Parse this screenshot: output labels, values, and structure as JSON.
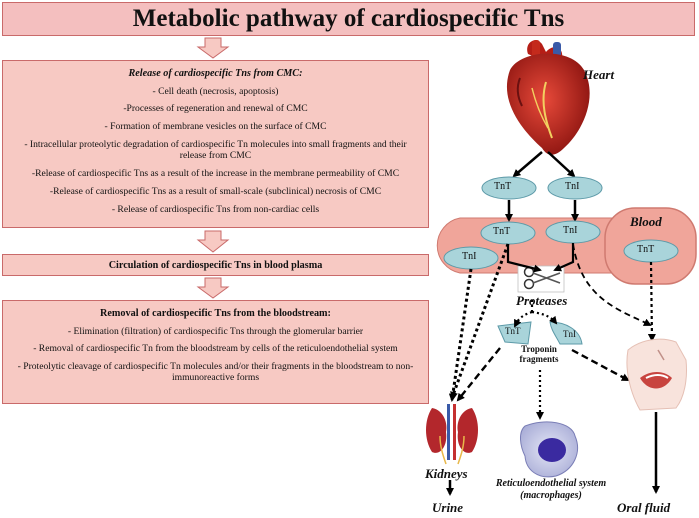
{
  "title": "Metabolic pathway of cardiospecific Tns",
  "release": {
    "title": "Release of cardiospecific Tns from CMC:",
    "items": [
      "- Cell death (necrosis, apoptosis)",
      "-Processes of regeneration and renewal of CMC",
      "- Formation of membrane vesicles on the surface of CMC",
      "- Intracellular proteolytic degradation of cardiospecific Tn molecules into small fragments and their release from CMC",
      "-Release of cardiospecific Tns as a result of the increase in the membrane permeability of CMC",
      "-Release of cardiospecific Tns as a result of small-scale (subclinical) necrosis of CMC",
      "- Release of cardiospecific Tns from non-cardiac cells"
    ]
  },
  "circulation": {
    "title": "Circulation of cardiospecific Tns in blood plasma"
  },
  "removal": {
    "title": "Removal of cardiospecific Tns from the bloodstream:",
    "items": [
      "- Elimination (filtration) of cardiospecific Tns through the glomerular barrier",
      "- Removal of cardiospecific Tn from the bloodstream by cells of the reticuloendothelial system",
      "- Proteolytic cleavage of cardiospecific Tn molecules and/or their fragments in the bloodstream to non-immunoreactive forms"
    ]
  },
  "diagram": {
    "heart": "Heart",
    "blood": "Blood",
    "tnt": "TnT",
    "tni": "TnI",
    "proteases": "Proteases",
    "troponin_fragments": "Troponin fragments",
    "kidneys": "Kidneys",
    "urine": "Urine",
    "res": "Reticuloendothelial system (macrophages)",
    "oral_fluid": "Oral fluid"
  },
  "colors": {
    "panel": "#f7c9c3",
    "border": "#c96a6a",
    "node": "#a9d4da",
    "blood": "#f0a59a"
  }
}
